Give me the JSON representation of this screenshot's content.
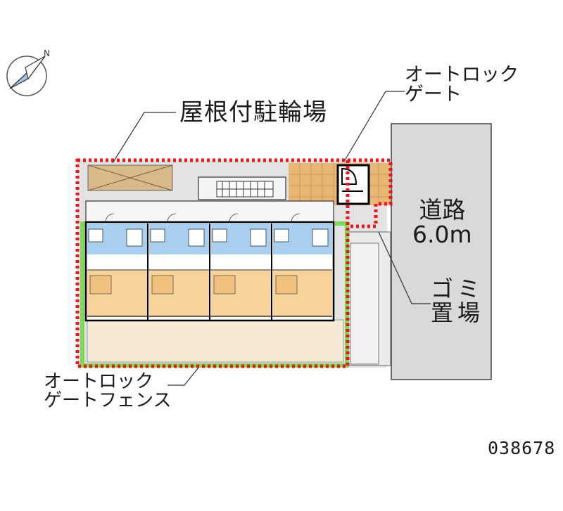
{
  "labels": {
    "covered_bicycle_parking": "屋根付駐輪場",
    "autolock_gate_line1": "オートロック",
    "autolock_gate_line2": "ゲート",
    "road_line1": "道路",
    "road_line2": "6.0m",
    "garbage_line1": "ゴミ",
    "garbage_line2": "置場",
    "fence_line1": "オートロック",
    "fence_line2": "ゲートフェンス",
    "property_code": "038678"
  },
  "icons": {
    "compass": "north-arrow-icon",
    "compass_letter": "N"
  },
  "colors": {
    "boundary": "#e8161d",
    "hedge": "#7ed957",
    "road": "#d9d9d9",
    "building_outline": "#000000",
    "room_floor": "#f7d39a",
    "wet_area": "#a9cff0",
    "parking": "#d9b98a",
    "stone_paving": "#e8b775",
    "yard": "#f5e9d6",
    "circulation": "#eeeeee"
  },
  "units": [
    "unit-1",
    "unit-2",
    "unit-3",
    "unit-4"
  ]
}
